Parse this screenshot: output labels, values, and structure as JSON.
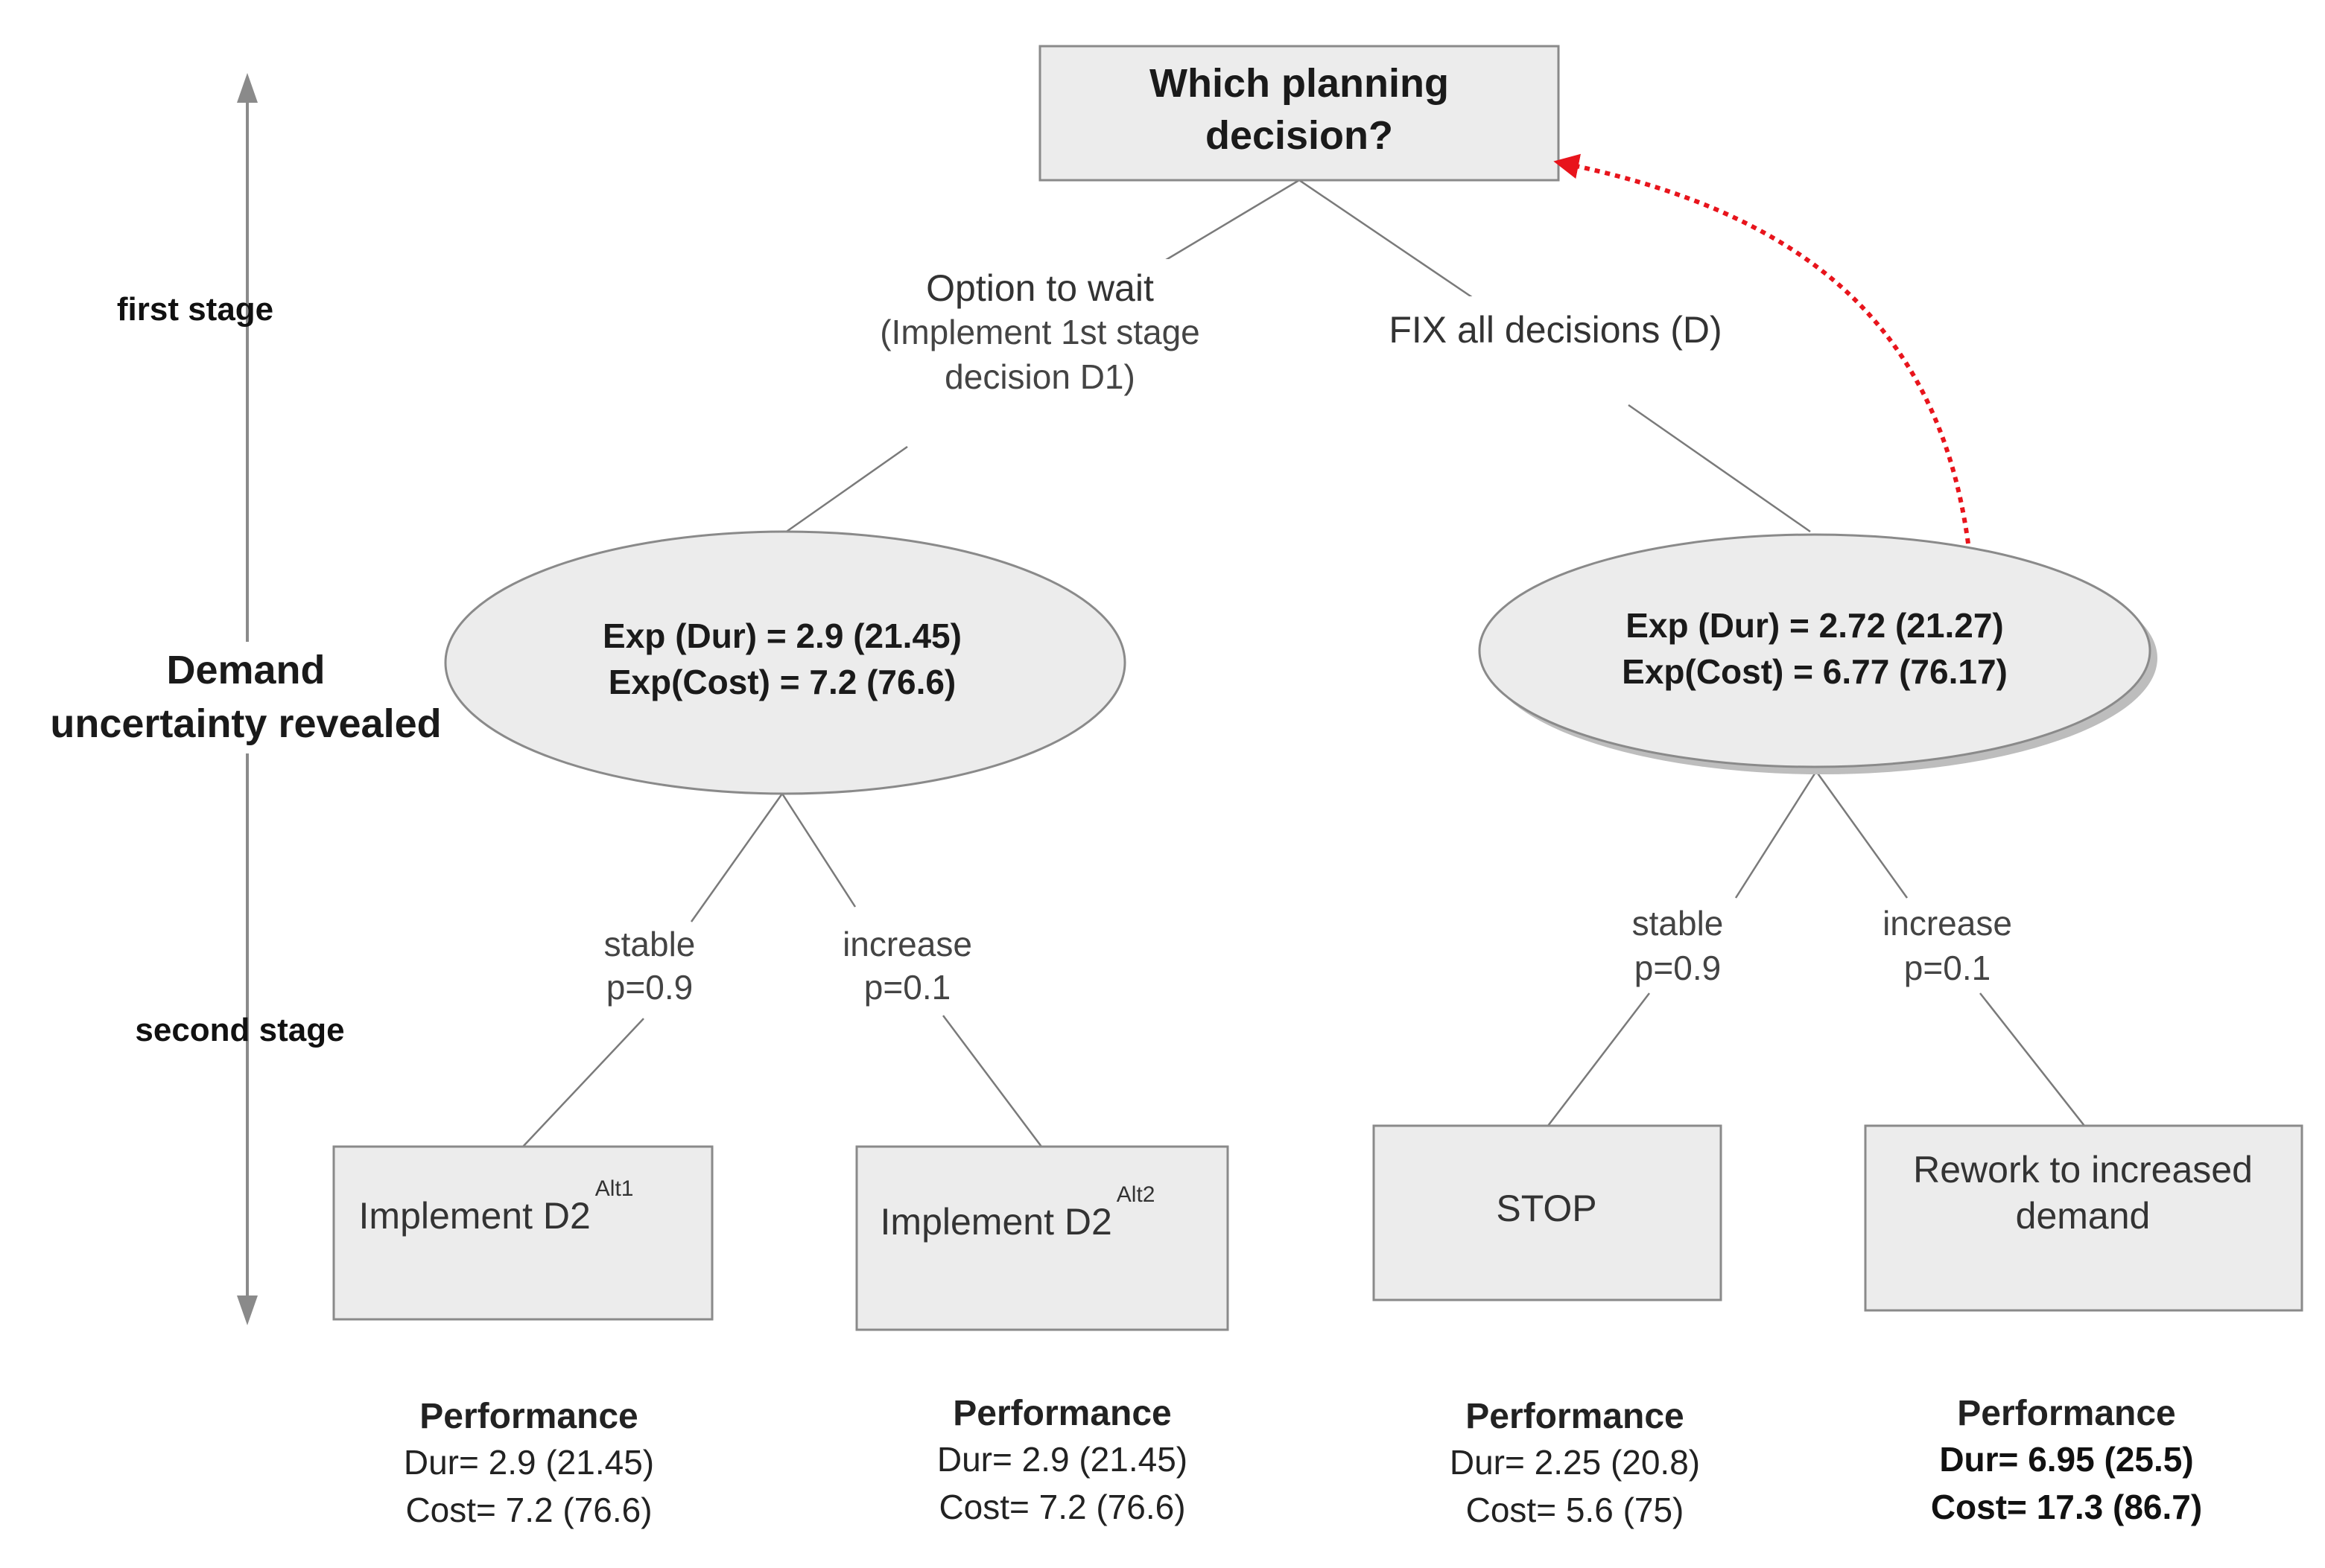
{
  "root": {
    "line1": "Which planning",
    "line2": "decision?"
  },
  "options": {
    "wait": {
      "line1": "Option to wait",
      "line2": "(Implement 1st stage",
      "line3": "decision D1)"
    },
    "fix": {
      "label": "FIX all decisions (D)"
    }
  },
  "stages": {
    "first": "first stage",
    "middle_line1": "Demand",
    "middle_line2": "uncertainty revealed",
    "second": "second stage"
  },
  "chance_nodes": {
    "left": {
      "line1": "Exp (Dur) = 2.9 (21.45)",
      "line2": "Exp(Cost) = 7.2 (76.6)"
    },
    "right": {
      "line1": "Exp (Dur) = 2.72 (21.27)",
      "line2": "Exp(Cost) = 6.77 (76.17)"
    }
  },
  "branches": {
    "left_stable": {
      "name": "stable",
      "p": "p=0.9"
    },
    "left_increase": {
      "name": "increase",
      "p": "p=0.1"
    },
    "right_stable": {
      "name": "stable",
      "p": "p=0.9"
    },
    "right_increase": {
      "name": "increase",
      "p": "p=0.1"
    }
  },
  "outcomes": {
    "alt1": {
      "text": "Implement  D2",
      "sup": "Alt1"
    },
    "alt2": {
      "text": "Implement  D2",
      "sup": "Alt2"
    },
    "stop": {
      "text": "STOP"
    },
    "rework": {
      "line1": "Rework to increased",
      "line2": "demand"
    }
  },
  "performance": [
    {
      "title": "Performance",
      "dur": "Dur= 2.9  (21.45)",
      "cost": "Cost= 7.2  (76.6)"
    },
    {
      "title": "Performance",
      "dur": "Dur= 2.9 (21.45)",
      "cost": "Cost= 7.2  (76.6)"
    },
    {
      "title": "Performance",
      "dur": "Dur= 2.25 (20.8)",
      "cost": "Cost= 5.6 (75)"
    },
    {
      "title": "Performance",
      "dur": "Dur= 6.95 (25.5)",
      "cost": "Cost= 17.3 (86.7)"
    }
  ],
  "colors": {
    "feedback_arrow": "#e8141c",
    "node_fill": "#ececec",
    "axis": "#8a8a8a"
  }
}
